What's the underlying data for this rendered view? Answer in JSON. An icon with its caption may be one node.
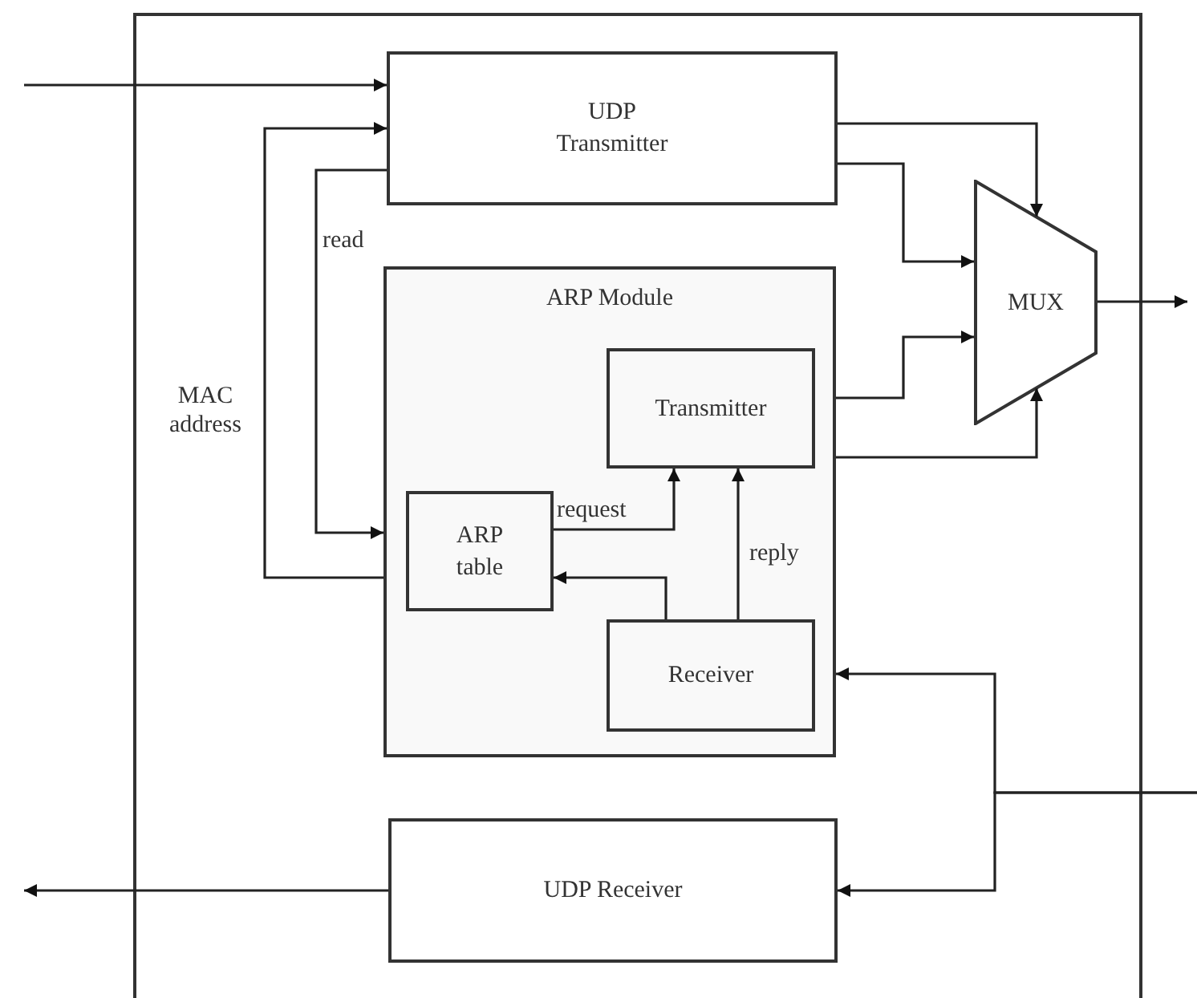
{
  "diagram": {
    "nodes": [
      {
        "text": [],
        "shape": "box"
      },
      {
        "text": [
          "UDP Transmitter"
        ],
        "in": 0
      },
      {
        "text": [
          "ARP Module"
        ],
        "in": 0
      },
      {
        "text": [
          "Transmitter"
        ],
        "in": 2
      },
      {
        "text": [
          "ARP table"
        ],
        "in": 2
      },
      {
        "text": [
          "Receiver"
        ],
        "in": 2
      },
      {
        "text": [
          "MUX"
        ],
        "in": 0
      },
      {
        "text": [
          "UDP Receiver"
        ],
        "in": 0
      }
    ],
    "edges": [
      {
        "from": null,
        "to": 1,
        "arrow": "to"
      },
      {
        "from": 2,
        "to": 1,
        "arrow": "to",
        "label": "MAC address"
      },
      {
        "from": 1,
        "to": 2,
        "arrow": "to",
        "label": "read"
      },
      {
        "from": 1,
        "to": 6,
        "arrow": "to"
      },
      {
        "from": 1,
        "to": 6,
        "arrow": "to"
      },
      {
        "from": 2,
        "to": 6,
        "arrow": "to"
      },
      {
        "from": 2,
        "to": 6,
        "arrow": "to"
      },
      {
        "from": 6,
        "to": null,
        "arrow": "to"
      },
      {
        "from": 4,
        "to": 3,
        "arrow": "to",
        "label": "request"
      },
      {
        "from": 5,
        "to": 3,
        "arrow": "to",
        "label": "reply"
      },
      {
        "from": 5,
        "to": 4,
        "arrow": "to"
      },
      {
        "from": null,
        "to": 2,
        "arrow": "to"
      },
      {
        "from": null,
        "to": 7,
        "arrow": "to"
      },
      {
        "from": 7,
        "to": null,
        "arrow": "to"
      }
    ]
  }
}
